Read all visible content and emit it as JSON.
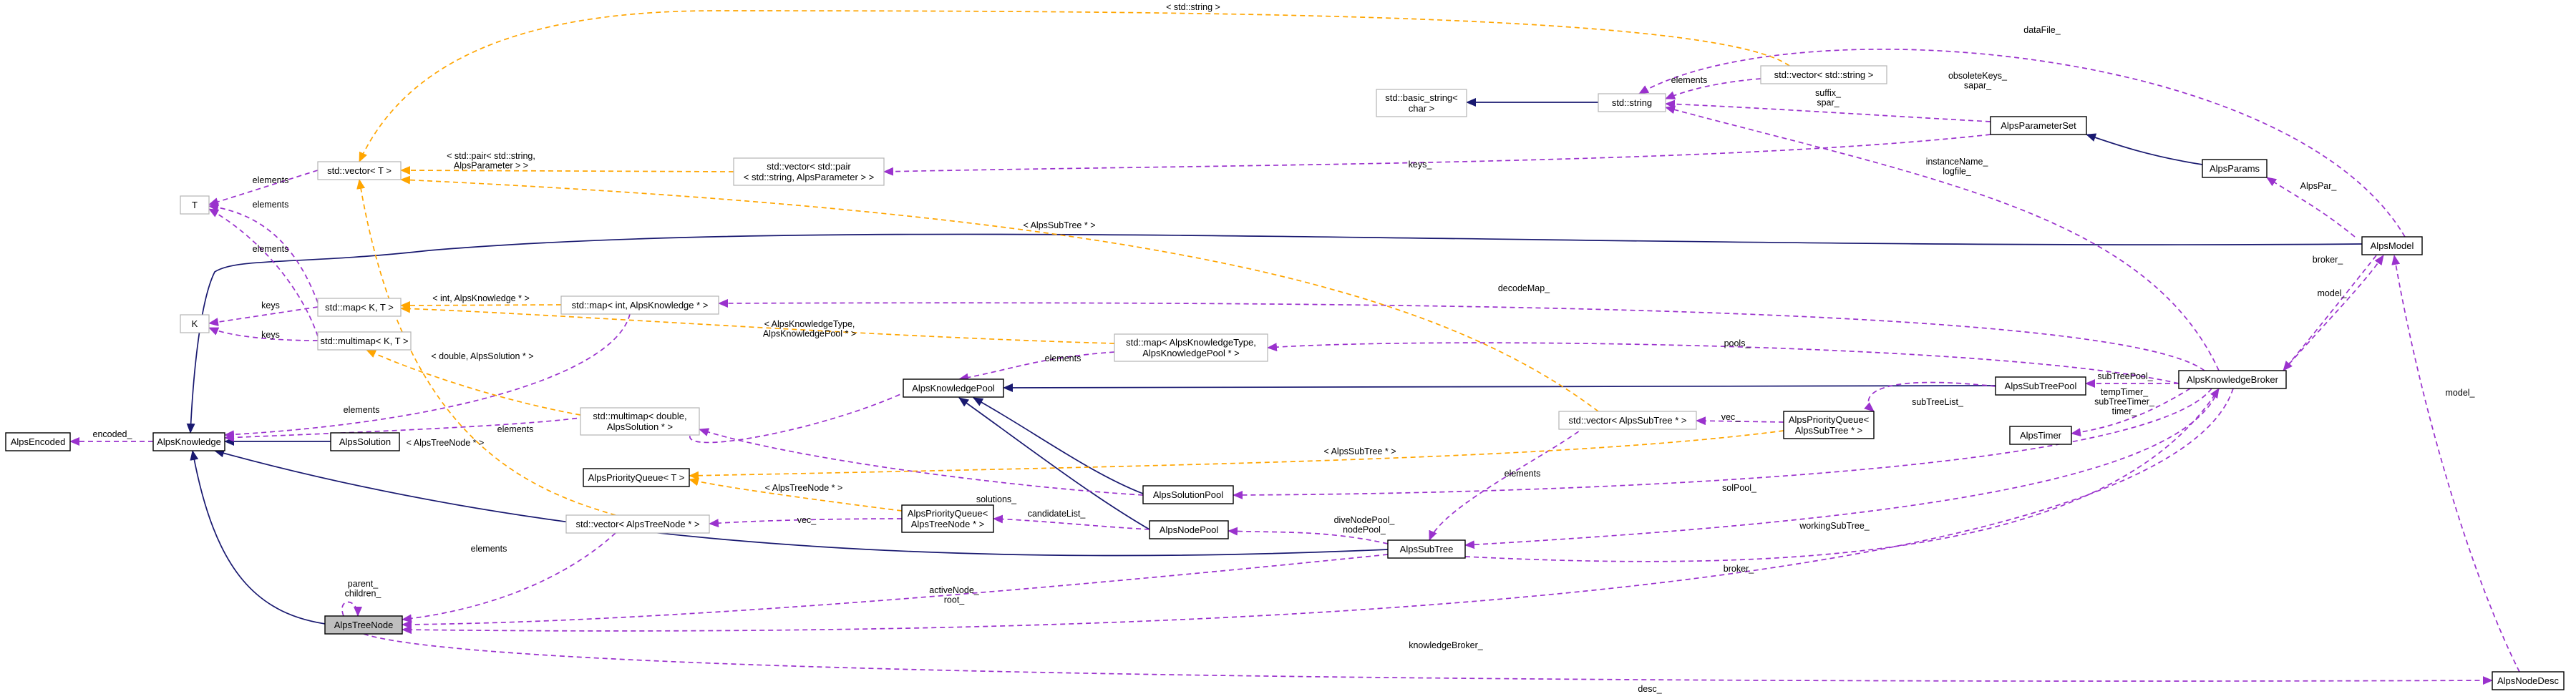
{
  "colors": {
    "inheritance": "#191970",
    "usage": "#9a32cd",
    "template_instance": "#ffa500",
    "node_border": "#000000",
    "template_border": "#b3b3b3",
    "highlight_fill": "#bfbfbf"
  },
  "nodes": {
    "AlpsTreeNode": [
      "AlpsTreeNode"
    ],
    "AlpsKnowledge": [
      "AlpsKnowledge"
    ],
    "AlpsEncoded": [
      "AlpsEncoded"
    ],
    "AlpsSolution": [
      "AlpsSolution"
    ],
    "T": [
      "T"
    ],
    "K": [
      "K"
    ],
    "vecT": [
      "std::vector< T >"
    ],
    "mapKT": [
      "std::map< K, T >"
    ],
    "multimapKT": [
      "std::multimap< K, T >"
    ],
    "AlpsKnowledgePool": [
      "AlpsKnowledgePool"
    ],
    "AlpsPQT": [
      "AlpsPriorityQueue< T >"
    ],
    "vecTreeNode": [
      "std::vector< AlpsTreeNode * >"
    ],
    "mapIntKnow": [
      "std::map< int, AlpsKnowledge * >"
    ],
    "multimapDbl": [
      "std::multimap< double,",
      "AlpsSolution * >"
    ],
    "vecPair": [
      "std::vector< std::pair",
      "< std::string, AlpsParameter > >"
    ],
    "mapKnowType": [
      "std::map< AlpsKnowledgeType,",
      "AlpsKnowledgePool * >"
    ],
    "AlpsPQTreeNode": [
      "AlpsPriorityQueue<",
      "AlpsTreeNode * >"
    ],
    "AlpsSolutionPool": [
      "AlpsSolutionPool"
    ],
    "AlpsNodePool": [
      "AlpsNodePool"
    ],
    "AlpsSubTree": [
      "AlpsSubTree"
    ],
    "basicString": [
      "std::basic_string<",
      "char >"
    ],
    "stdString": [
      "std::string"
    ],
    "vecString": [
      "std::vector< std::string >"
    ],
    "vecSubTree": [
      "std::vector< AlpsSubTree * >"
    ],
    "AlpsPQSubTree": [
      "AlpsPriorityQueue<",
      "AlpsSubTree * >"
    ],
    "AlpsParameterSet": [
      "AlpsParameterSet"
    ],
    "AlpsSubTreePool": [
      "AlpsSubTreePool"
    ],
    "AlpsTimer": [
      "AlpsTimer"
    ],
    "AlpsKnowledgeBroker": [
      "AlpsKnowledgeBroker"
    ],
    "AlpsParams": [
      "AlpsParams"
    ],
    "AlpsModel": [
      "AlpsModel"
    ],
    "AlpsNodeDesc": [
      "AlpsNodeDesc"
    ]
  },
  "edge_labels": {
    "encoded": [
      "encoded_"
    ],
    "elementsKnowMultimap": [
      "elements"
    ],
    "elementsKnowMap": [
      "elements"
    ],
    "keysMap": [
      "keys"
    ],
    "keysMultimap": [
      "keys"
    ],
    "elementsTVec": [
      "elements"
    ],
    "elementsTMap": [
      "elements"
    ],
    "elementsTMultimap": [
      "elements"
    ],
    "pairTmpl": [
      "< std::pair< std::string,",
      "AlpsParameter > >"
    ],
    "stdStringTmpl": [
      "< std::string >"
    ],
    "subTreeTmpl": [
      "< AlpsSubTree * >"
    ],
    "intKnowTmpl": [
      "< int, AlpsKnowledge * >"
    ],
    "knowTypeTmpl": [
      "< AlpsKnowledgeType,",
      "AlpsKnowledgePool * >"
    ],
    "dblSolTmpl": [
      "< double, AlpsSolution * >"
    ],
    "treeNodeVecTmpl": [
      "< AlpsTreeNode * >"
    ],
    "treeNodePQTmpl": [
      "< AlpsTreeNode * >"
    ],
    "subTreePQTmpl": [
      "< AlpsSubTree * >"
    ],
    "elementsKPool": [
      "elements"
    ],
    "elementsTreeNodeVec": [
      "elements"
    ],
    "parentChildren": [
      "parent_",
      "children_"
    ],
    "solutions": [
      "solutions_"
    ],
    "vecTreeNode": [
      "vec_"
    ],
    "candidateList": [
      "candidateList_"
    ],
    "elementsStdString": [
      "elements"
    ],
    "suffixSpar": [
      "suffix_",
      "spar_"
    ],
    "obsoleteKeys": [
      "obsoleteKeys_",
      "sapar_"
    ],
    "keys": [
      "keys_"
    ],
    "instanceName": [
      "instanceName_",
      "logfile_"
    ],
    "dataFile": [
      "dataFile_"
    ],
    "alpsPar": [
      "AlpsPar_"
    ],
    "decodeMap": [
      "decodeMap_"
    ],
    "pools": [
      "pools_"
    ],
    "broker": [
      "broker_"
    ],
    "model": [
      "model_"
    ],
    "vecSubTreePQ": [
      "vec_"
    ],
    "subTreeList": [
      "subTreeList_"
    ],
    "subTreePool": [
      "subTreePool_"
    ],
    "timers": [
      "tempTimer_",
      "subTreeTimer_",
      "timer_"
    ],
    "elementsSubTree": [
      "elements"
    ],
    "solPool": [
      "solPool_"
    ],
    "workingSubTree": [
      "workingSubTree_"
    ],
    "diveNodePool": [
      "diveNodePool_",
      "nodePool_"
    ],
    "activeNode": [
      "activeNode_",
      "root_"
    ],
    "brokerSubTree": [
      "broker_"
    ],
    "knowledgeBroker": [
      "knowledgeBroker_"
    ],
    "desc": [
      "desc_"
    ],
    "modelDesc": [
      "model_"
    ]
  }
}
